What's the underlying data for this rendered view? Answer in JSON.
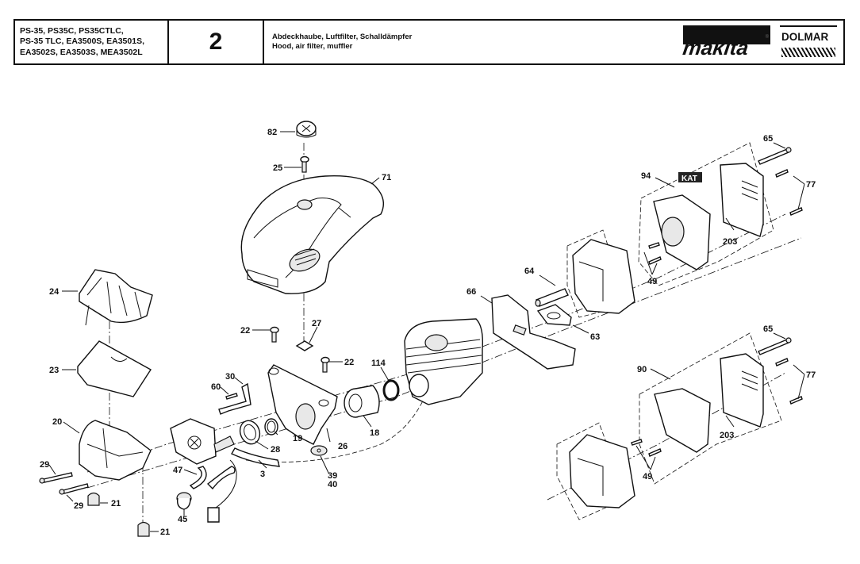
{
  "header": {
    "models": [
      "PS-35, PS35C, PS35CTLC,",
      "PS-35 TLC, EA3500S, EA3501S,",
      "EA3502S, EA3503S, MEA3502L"
    ],
    "page_number": "2",
    "title_de": "Abdeckhaube, Luftfilter, Schalldämpfer",
    "title_en": "Hood, air filter, muffler",
    "brand_primary": "makita",
    "brand_secondary": "DOLMAR",
    "registered_mark": "®"
  },
  "diagram": {
    "badge": "KAT",
    "part_labels": {
      "p82": "82",
      "p25": "25",
      "p71": "71",
      "p24": "24",
      "p23": "23",
      "p20": "20",
      "p29a": "29",
      "p29b": "29",
      "p21a": "21",
      "p21b": "21",
      "p47": "47",
      "p45": "45",
      "p22a": "22",
      "p22b": "22",
      "p27": "27",
      "p30": "30",
      "p60": "60",
      "p19": "19",
      "p28": "28",
      "p3": "3",
      "p26": "26",
      "p39": "39",
      "p40": "40",
      "p18": "18",
      "p114": "114",
      "p66": "66",
      "p64": "64",
      "p63": "63",
      "p94": "94",
      "p65a": "65",
      "p77a": "77",
      "p203a": "203",
      "p49a": "49",
      "p90": "90",
      "p65b": "65",
      "p77b": "77",
      "p203b": "203",
      "p49b": "49"
    }
  }
}
